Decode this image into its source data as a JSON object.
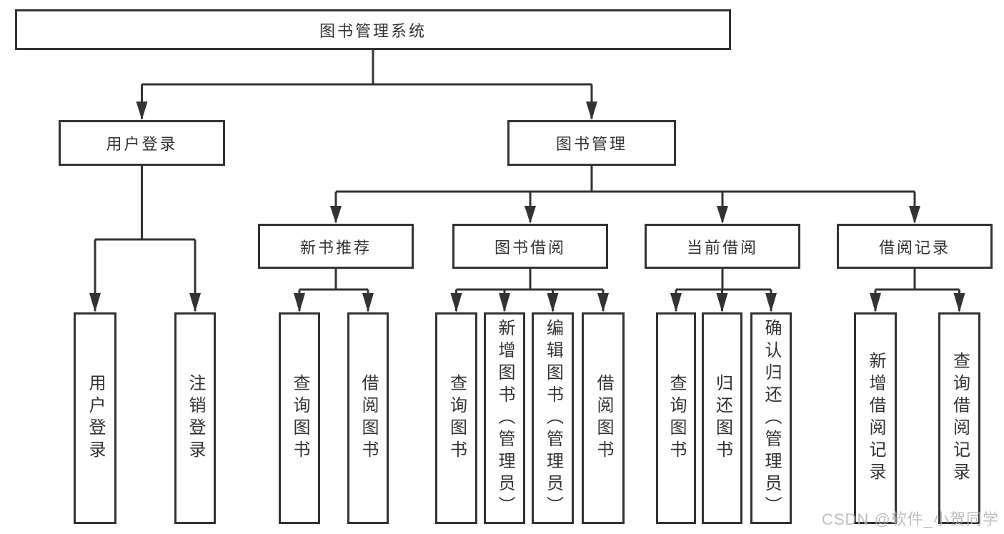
{
  "diagram": {
    "type": "hierarchy-flowchart",
    "root": {
      "label": "图书管理系统"
    },
    "level2": [
      {
        "label": "用户登录"
      },
      {
        "label": "图书管理"
      }
    ],
    "level3": [
      {
        "label": "新书推荐",
        "parent": "图书管理"
      },
      {
        "label": "图书借阅",
        "parent": "图书管理"
      },
      {
        "label": "当前借阅",
        "parent": "图书管理"
      },
      {
        "label": "借阅记录",
        "parent": "图书管理"
      }
    ],
    "leaves": [
      {
        "label": "用户登录",
        "parent": "用户登录"
      },
      {
        "label": "注销登录",
        "parent": "用户登录"
      },
      {
        "label": "查询图书",
        "parent": "新书推荐"
      },
      {
        "label": "借阅图书",
        "parent": "新书推荐"
      },
      {
        "label": "查询图书",
        "parent": "图书借阅"
      },
      {
        "label": "新增图书（管理员）",
        "parent": "图书借阅"
      },
      {
        "label": "编辑图书（管理员）",
        "parent": "图书借阅"
      },
      {
        "label": "借阅图书",
        "parent": "图书借阅"
      },
      {
        "label": "查询图书",
        "parent": "当前借阅"
      },
      {
        "label": "归还图书",
        "parent": "当前借阅"
      },
      {
        "label": "确认归还（管理员）",
        "parent": "当前借阅"
      },
      {
        "label": "新增借阅记录",
        "parent": "借阅记录"
      },
      {
        "label": "查询借阅记录",
        "parent": "借阅记录"
      }
    ]
  },
  "watermark": {
    "text": "CSDN @软件_小贺同学"
  },
  "colors": {
    "line": "#333333",
    "box_fill": "#ffffff",
    "text": "#333333",
    "watermark": "#b3b3b3"
  }
}
